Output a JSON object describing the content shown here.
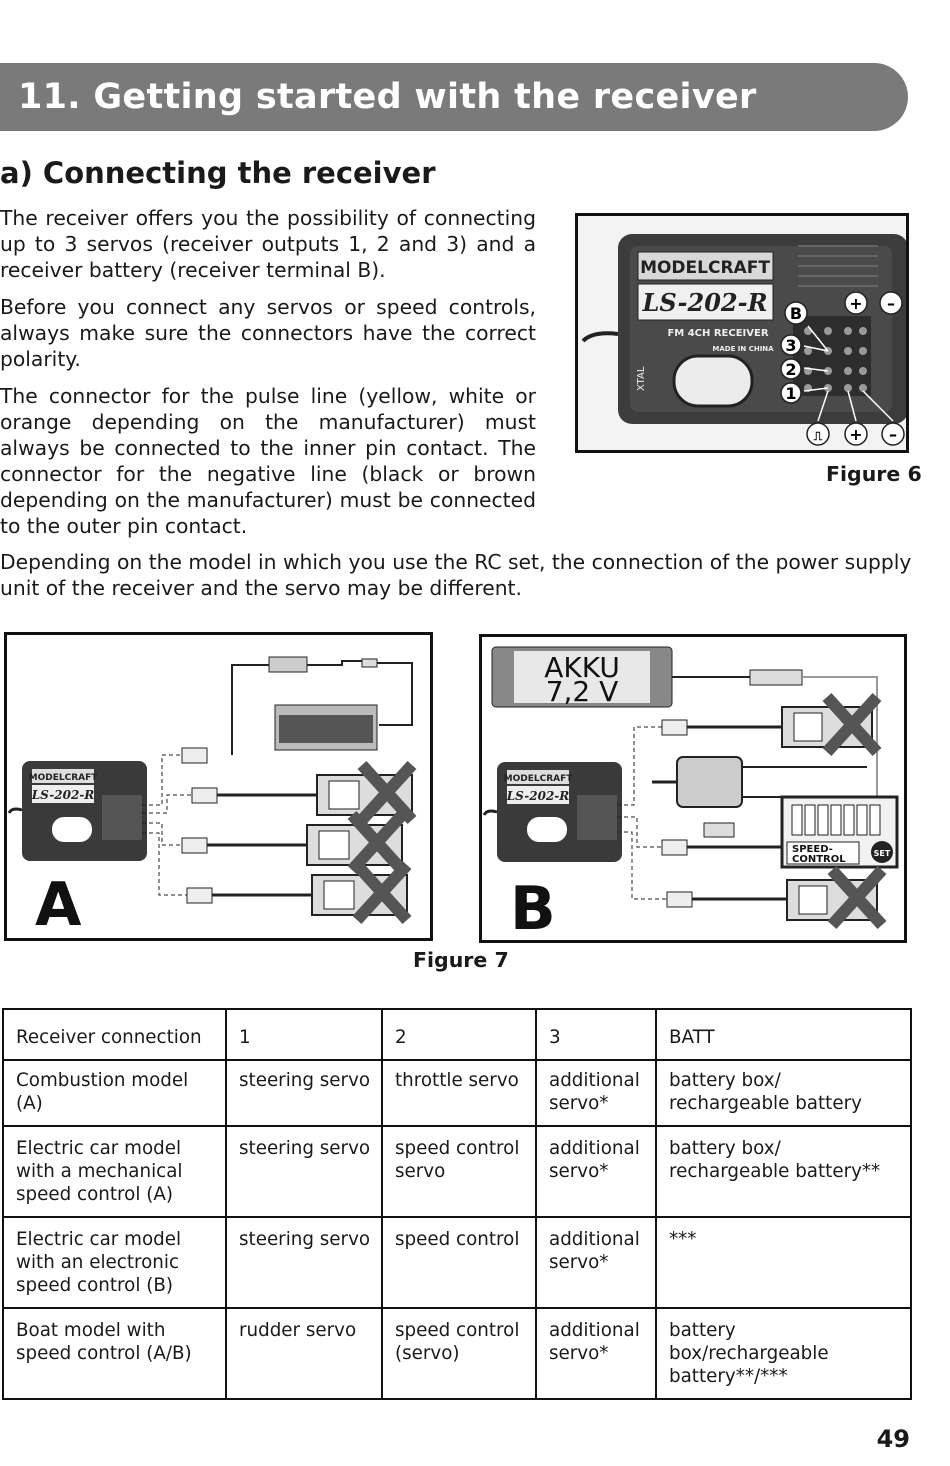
{
  "section_title": "11. Getting started with the receiver",
  "subsection_title": "a) Connecting the receiver",
  "paragraphs": [
    "The receiver offers you the possibility of connecting up to 3 servos (receiver outputs 1, 2 and 3) and a receiver battery (receiver terminal B).",
    "Before you connect any servos or speed controls, always make sure the connectors have the correct polarity.",
    "The connector for the pulse line (yellow, white or orange depending on the manufacturer) must always be connected to the inner pin contact. The connector for the negative line (black or brown depending on the manufacturer) must be connected to the outer pin contact.",
    "Depending on the model in which you use the RC set, the connection of the power supply unit of the receiver and the servo may be different."
  ],
  "figure6": {
    "caption": "Figure 6",
    "brand": "MODELCRAFT",
    "model": "LS-202-R",
    "subtitle": "FM 4CH RECEIVER",
    "made_in": "MADE IN CHINA",
    "xtal": "XTAL",
    "labels": {
      "b": "B",
      "ch3": "3",
      "ch2": "2",
      "ch1": "1",
      "plus": "+",
      "minus": "–",
      "pulse": "⎍"
    }
  },
  "figure7": {
    "caption": "Figure 7",
    "panel_a": {
      "letter": "A",
      "brand": "MODELCRAFT",
      "model": "LS-202-R"
    },
    "panel_b": {
      "letter": "B",
      "brand": "MODELCRAFT",
      "model": "LS-202-R",
      "akku_line1": "AKKU",
      "akku_line2": "7,2 V",
      "speed_line1": "SPEED-",
      "speed_line2": "CONTROL",
      "set": "SET"
    }
  },
  "table": {
    "header": [
      "Receiver connection",
      "1",
      "2",
      "3",
      "BATT"
    ],
    "rows": [
      [
        "Combustion model (A)",
        "steering servo",
        "throttle servo",
        "additional servo*",
        "battery box/ rechargeable battery"
      ],
      [
        "Electric car model with a mechanical speed control (A)",
        "steering servo",
        "speed control servo",
        "additional servo*",
        "battery box/ rechargeable battery**"
      ],
      [
        "Electric car model with an electronic speed control (B)",
        "steering servo",
        "speed control",
        "additional servo*",
        "***"
      ],
      [
        "Boat model with speed control (A/B)",
        "rudder servo",
        "speed control (servo)",
        "additional servo*",
        "battery box/rechargeable battery**/***"
      ]
    ]
  },
  "page_number": "49"
}
